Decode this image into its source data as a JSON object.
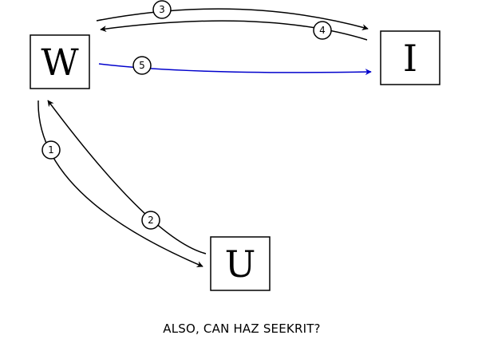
{
  "nodes": {
    "w": {
      "label": "W"
    },
    "i": {
      "label": "I"
    },
    "u": {
      "label": "U"
    }
  },
  "edges": [
    {
      "number": "1",
      "from": "W",
      "to": "U",
      "color": "#000000"
    },
    {
      "number": "2",
      "from": "U",
      "to": "W",
      "color": "#000000"
    },
    {
      "number": "3",
      "from": "W",
      "to": "I",
      "color": "#000000"
    },
    {
      "number": "4",
      "from": "I",
      "to": "W",
      "color": "#000000"
    },
    {
      "number": "5",
      "from": "W",
      "to": "I",
      "color": "#0000cc"
    }
  ],
  "caption": "ALSO, CAN HAZ SEEKRIT?"
}
